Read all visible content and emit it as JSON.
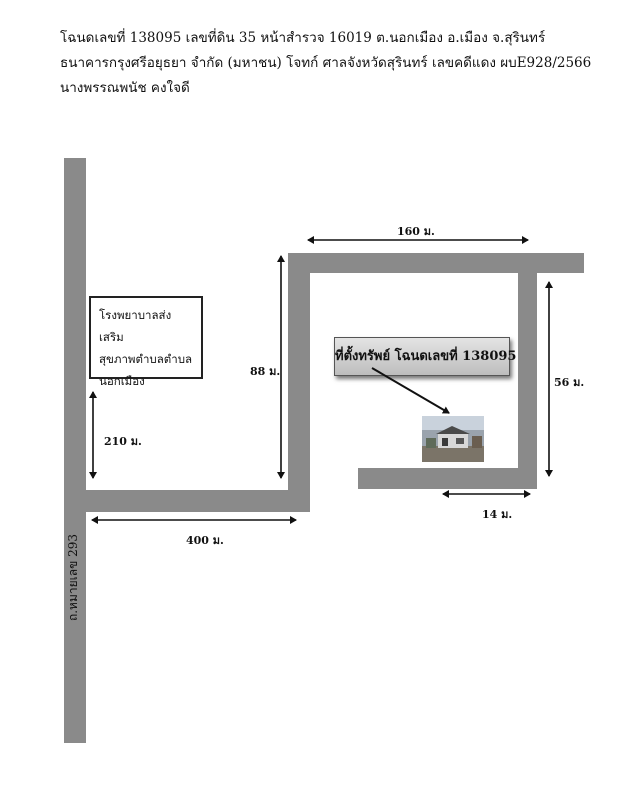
{
  "header": {
    "line1": "โฉนดเลขที่ 138095 เลขที่ดิน 35 หน้าสำรวจ 16019 ต.นอกเมือง อ.เมือง จ.สุรินทร์",
    "line2": "ธนาคารกรุงศรีอยุธยา จำกัด (มหาชน) โจทก์  ศาลจังหวัดสุรินทร์ เลขคดีแดง ผบE928/2566",
    "line3": "นางพรรณพนัช คงใจดี"
  },
  "map": {
    "hospital_lines": [
      "โรงพยาบาลส่งเสริม",
      "สุขภาพตำบลตำบล",
      "นอกเมือง"
    ],
    "property_label": "ที่ตั้งทรัพย์ โฉนดเลขที่ 138095",
    "road_name": "ถ.หมายเลข 293",
    "distances": {
      "top": "160 ม.",
      "left_vertical": "88 ม.",
      "right_vertical": "56 ม.",
      "main_vertical": "210 ม.",
      "main_horizontal": "400 ม.",
      "bottom_short": "14 ม."
    },
    "colors": {
      "road": "#8a8a8a",
      "marker": "#cfcfcf"
    }
  }
}
